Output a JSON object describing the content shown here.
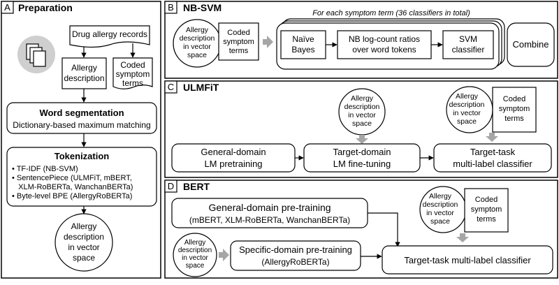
{
  "panels": {
    "a": {
      "letter": "A",
      "title": "Preparation",
      "records": "Drug allergy records",
      "allergy_desc": [
        "Allergy",
        "description"
      ],
      "coded_terms": [
        "Coded",
        "symptom",
        "terms"
      ],
      "word_seg_title": "Word segmentation",
      "word_seg_sub": "Dictionary-based maximum matching",
      "tok_title": "Tokenization",
      "tok_items": [
        "• TF-IDF (NB-SVM)",
        "• SentencePiece (ULMFiT, mBERT,",
        "   XLM-RoBERTa, WanchanBERTa)",
        "• Byte-level BPE (AllergyRoBERTa)"
      ],
      "vector_space": [
        "Allergy",
        "description",
        "in vector",
        "space"
      ]
    },
    "b": {
      "letter": "B",
      "title": "NB-SVM",
      "caption": "For each symptom term (36 classifiers in total)",
      "vector_space": [
        "Allergy",
        "description",
        "in vector",
        "space"
      ],
      "coded_terms": [
        "Coded",
        "symptom",
        "terms"
      ],
      "naive_bayes": [
        "Naïve",
        "Bayes"
      ],
      "nb_ratios": [
        "NB log-count ratios",
        "over word tokens"
      ],
      "svm": [
        "SVM",
        "classifier"
      ],
      "combine": "Combine"
    },
    "c": {
      "letter": "C",
      "title": "ULMFiT",
      "vector_space_1": [
        "Allergy",
        "description",
        "in vector",
        "space"
      ],
      "vector_space_2": [
        "Allergy",
        "description",
        "in vector",
        "space"
      ],
      "coded_terms": [
        "Coded",
        "symptom",
        "terms"
      ],
      "general_lm": [
        "General-domain",
        "LM pretraining"
      ],
      "target_lm": [
        "Target-domain",
        "LM fine-tuning"
      ],
      "target_task": [
        "Target-task",
        "multi-label classifier"
      ]
    },
    "d": {
      "letter": "D",
      "title": "BERT",
      "general_title": "General-domain pre-training",
      "general_sub": "(mBERT, XLM-RoBERTa, WanchanBERTa)",
      "vector_space_1": [
        "Allergy",
        "description",
        "in vector",
        "space"
      ],
      "vector_space_2": [
        "Allergy",
        "description",
        "in vector",
        "space"
      ],
      "coded_terms": [
        "Coded",
        "symptom",
        "terms"
      ],
      "specific_title": "Specific-domain pre-training",
      "specific_sub": "(AllergyRoBERTa)",
      "target_task": "Target-task multi-label classifier"
    }
  },
  "colors": {
    "panel_border": "#000000",
    "badge_fill": "#ffffff",
    "icon_circle": "#cfcfcf",
    "grey_arrow": "#a6a6a6"
  },
  "icons": {
    "documents": "documents-icon"
  }
}
